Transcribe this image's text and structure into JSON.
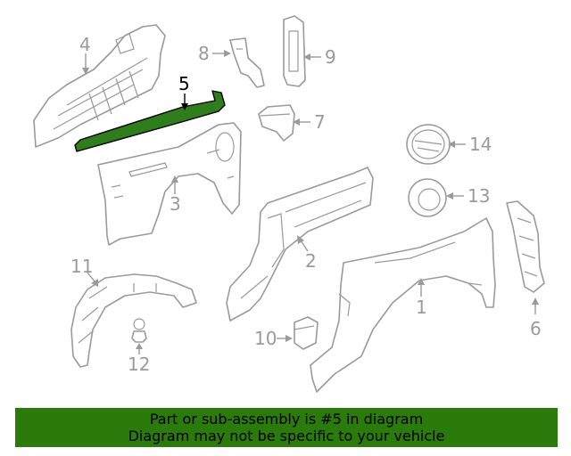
{
  "callouts": {
    "p1": "1",
    "p2": "2",
    "p3": "3",
    "p4": "4",
    "p5": "5",
    "p6": "6",
    "p7": "7",
    "p8": "8",
    "p9": "9",
    "p10": "10",
    "p11": "11",
    "p12": "12",
    "p13": "13",
    "p14": "14"
  },
  "highlighted_part": "5",
  "colors": {
    "banner": "#2a7b0c",
    "highlight_part": "#2f7d1c",
    "line": "#9a9a9a"
  },
  "banner": {
    "line1": "Part or sub-assembly is #5 in diagram",
    "line2": "Diagram may not be specific to your vehicle"
  }
}
